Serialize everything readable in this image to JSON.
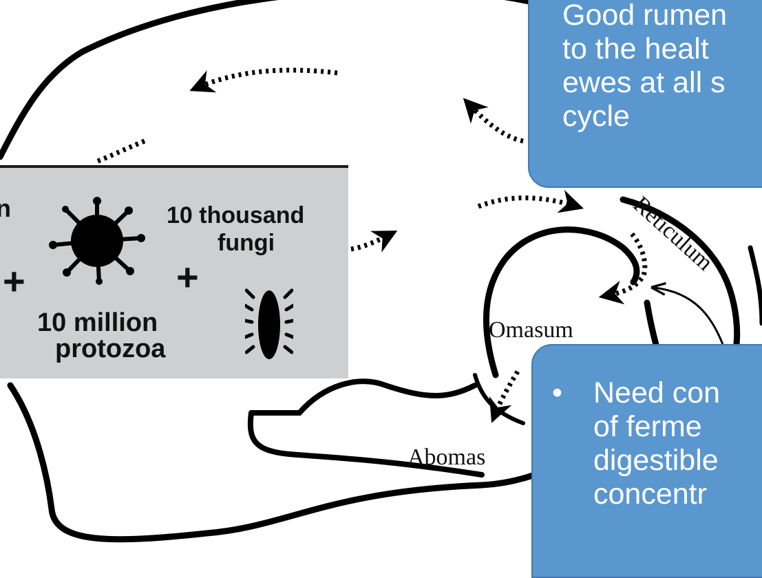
{
  "diagram": {
    "labels": {
      "reticulum": "Reticulum",
      "omasum": "Omasum",
      "abomasum": "Abomas"
    }
  },
  "microbe_panel": {
    "fungi_count": "10 thousand",
    "fungi_name": "fungi",
    "protozoa_count": "10 million",
    "protozoa_name": "protozoa",
    "partial_label": "n",
    "plus": "+"
  },
  "callouts": {
    "top": {
      "lines": [
        "Good rumen",
        "to the healt",
        "ewes at all s",
        "cycle"
      ]
    },
    "bottom": {
      "bullet": "•",
      "lines": [
        "Need con",
        "of ferme",
        "digestible",
        "concentr"
      ]
    }
  },
  "colors": {
    "callout_fill": "#5b97cf",
    "callout_border": "#3f79b3",
    "panel_fill": "#cdcfd1",
    "outline": "#000000"
  }
}
